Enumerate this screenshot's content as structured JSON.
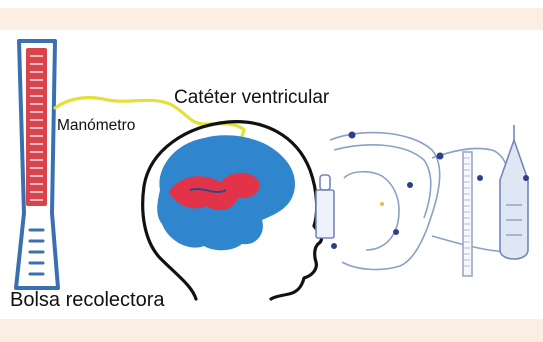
{
  "labels": {
    "ventricular_catheter": "Catéter ventricular",
    "manometer": "Manómetro",
    "collection_bag": "Bolsa recolectora"
  },
  "colors": {
    "band": "#fbeee3",
    "ruler_border": "#3a6fb0",
    "ruler_marks": "#d8434c",
    "brain": "#2f86cc",
    "ventricles": "#e23348",
    "tube": "#e2e13a",
    "outline": "#111111",
    "device": "#6a84b8"
  }
}
